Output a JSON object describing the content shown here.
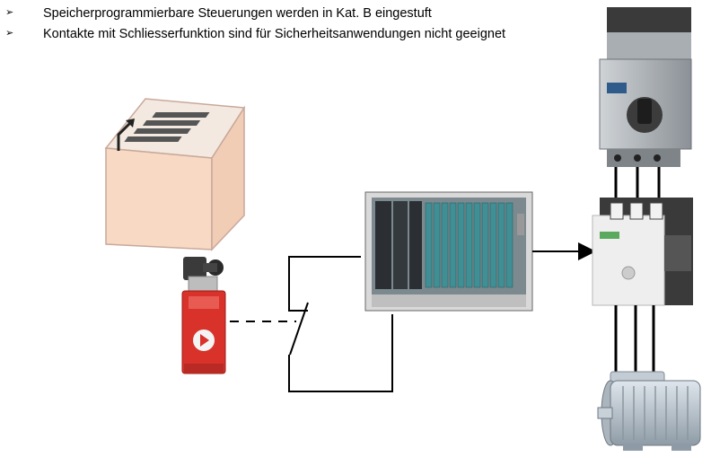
{
  "bullets": [
    {
      "marker": "➢",
      "text": "Speicherprogrammierbare Steuerungen werden in Kat. B eingestuft"
    },
    {
      "marker": "➢",
      "text": "Kontakte mit Schliesserfunktion sind für Sicherheitsanwendungen nicht geeignet"
    }
  ],
  "components": {
    "guard": "protective-guard-hood",
    "position_switch": "safety-position-switch",
    "contact": "normally-open-contact",
    "plc": "programmable-logic-controller",
    "motor_protector": "motor-protection-circuit-breaker",
    "contactor": "power-contactor",
    "motor": "three-phase-motor"
  },
  "colors": {
    "guard_fill": "#f7d9c4",
    "switch_red": "#d8322a",
    "plc_module": "#3f8f94",
    "line": "#000000"
  }
}
